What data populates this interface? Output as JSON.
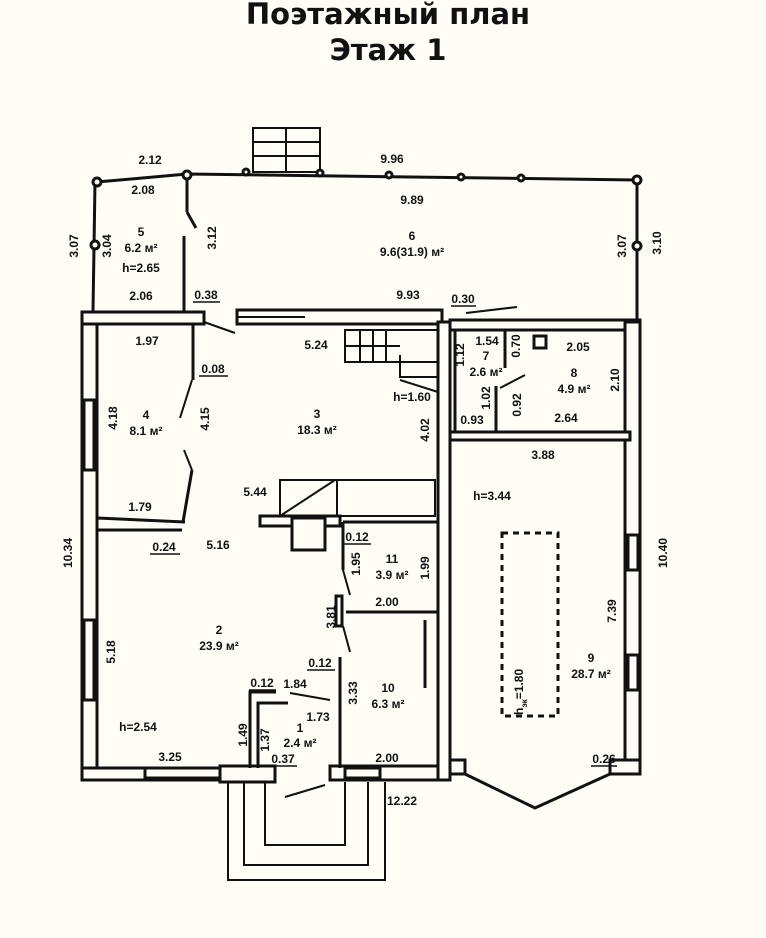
{
  "title": {
    "line1": "Поэтажный план",
    "line2": "Этаж 1"
  },
  "rooms": [
    {
      "number": "5",
      "area": "6.2 м²",
      "height": "h=2.65"
    },
    {
      "number": "6",
      "area": "9.6(31.9) м²"
    },
    {
      "number": "4",
      "area": "8.1 м²"
    },
    {
      "number": "3",
      "area": "18.3 м²"
    },
    {
      "number": "7",
      "area": "2.6 м²"
    },
    {
      "number": "8",
      "area": "4.9 м²"
    },
    {
      "number": "11",
      "area": "3.9 м²"
    },
    {
      "number": "2",
      "area": "23.9 м²"
    },
    {
      "number": "10",
      "area": "6.3 м²"
    },
    {
      "number": "1",
      "area": "2.4 м²"
    },
    {
      "number": "9",
      "area": "28.7 м²"
    }
  ],
  "dimensions": [
    "2.12",
    "9.96",
    "2.08",
    "9.89",
    "3.07",
    "3.04",
    "3.12",
    "3.07",
    "3.10",
    "2.06",
    "0.38",
    "9.93",
    "0.30",
    "1.97",
    "5.24",
    "0.08",
    "h=1.60",
    "4.18",
    "4.15",
    "4.02",
    "1.54",
    "1.12",
    "0.70",
    "2.05",
    "2.10",
    "1.02",
    "0.92",
    "0.93",
    "2.64",
    "3.88",
    "h=3.44",
    "5.44",
    "1.79",
    "0.24",
    "5.16",
    "0.12",
    "1.95",
    "1.99",
    "10.34",
    "10.40",
    "2.00",
    "3.81",
    "7.39",
    "5.18",
    "0.12",
    "0.12",
    "1.84",
    "3.33",
    "1.73",
    "h=2.54",
    "1.49",
    "1.37",
    "3.25",
    "0.37",
    "2.00",
    "12.22",
    "0.26"
  ],
  "pit_height": {
    "label": "h",
    "subscript": "эк",
    "value": "=1.80"
  }
}
